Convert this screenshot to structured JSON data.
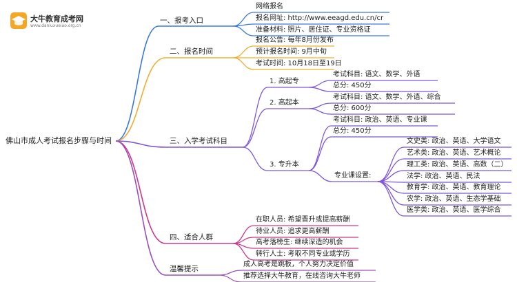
{
  "logo": {
    "brand": "大牛教育成考网",
    "url": "www.daniuxueiao.org.cn",
    "icon": "graduation-cap-icon"
  },
  "root": "佛山市成人考试报名步骤与时间",
  "colors": {
    "blue": "#3a78e0",
    "orange": "#f0ad30",
    "violet": "#7f56d9",
    "magenta": "#cc3a8c",
    "purple": "#9a4fbf"
  },
  "branches": [
    {
      "label": "一、报考入口",
      "color": "blue",
      "children": [
        {
          "label": "网络报名"
        },
        {
          "label": "报名网址: http://www.eeagd.edu.cn/cr"
        },
        {
          "label": "准备材料: 照片、居住证、专业资格证"
        }
      ]
    },
    {
      "label": "二、报名时间",
      "color": "orange",
      "children": [
        {
          "label": "报名公告: 每年8月份发布"
        },
        {
          "label": "预计报名时间: 9月中旬"
        },
        {
          "label": "考试时间: 10月18日至19日"
        }
      ]
    },
    {
      "label": "三、入学考试科目",
      "color": "violet",
      "children": [
        {
          "label": "1. 高起专",
          "children": [
            {
              "label": "考试科目: 语文、数学、外语"
            },
            {
              "label": "总分: 450分"
            }
          ]
        },
        {
          "label": "2. 高起本",
          "children": [
            {
              "label": "考试科目: 语文、数学、外语、综合"
            },
            {
              "label": "总分: 600分"
            }
          ]
        },
        {
          "label": "3. 专升本",
          "children": [
            {
              "label": "考试科目: 政治、英语、专业课"
            },
            {
              "label": "总分: 450分"
            },
            {
              "label": "专业课设置:",
              "children": [
                {
                  "label": "文史类: 政治、英语、大学语文"
                },
                {
                  "label": "艺术类: 政治、英语、艺术概论"
                },
                {
                  "label": "理工类: 政治、英语、高数（二）"
                },
                {
                  "label": "法学: 政治、英语、民法"
                },
                {
                  "label": "教育学: 政治、英语、教育理论"
                },
                {
                  "label": "农学: 政治、英语、生态学基础"
                },
                {
                  "label": "医学类: 政治、英语、医学综合"
                }
              ]
            }
          ]
        }
      ]
    },
    {
      "label": "四、适合人群",
      "color": "magenta",
      "children": [
        {
          "label": "在职人员: 希望晋升或提高薪酬"
        },
        {
          "label": "待业人员: 追求更高薪酬"
        },
        {
          "label": "高考落榜生: 继续深造的机会"
        },
        {
          "label": "转行人士: 考取不同专业或学历"
        }
      ]
    },
    {
      "label": "温馨提示",
      "color": "purple",
      "children": [
        {
          "label": "成人高考是跳板，个人努力决定价值"
        },
        {
          "label": "推荐选择大牛教育，在线咨询大牛老师"
        }
      ]
    }
  ]
}
